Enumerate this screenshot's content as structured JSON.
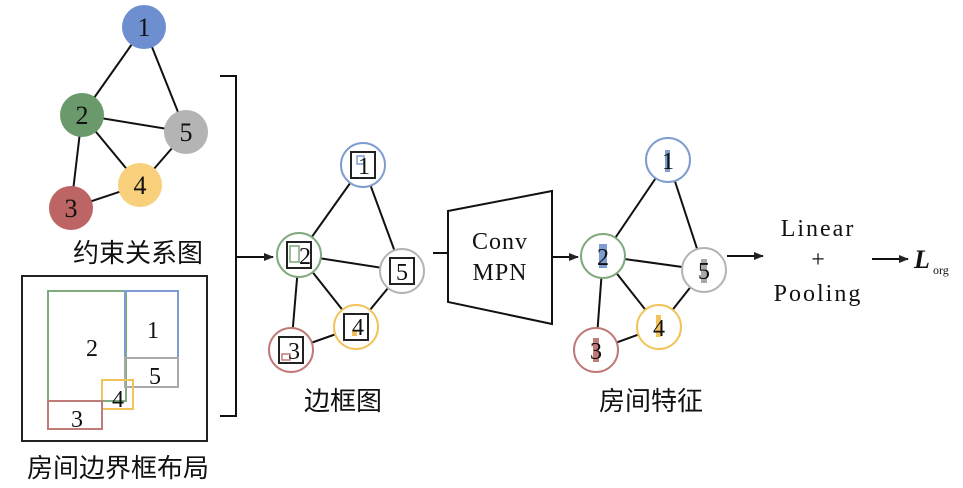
{
  "constraint_graph": {
    "label": "约束关系图",
    "nodes": [
      {
        "id": "1",
        "color": "#6d8fd0"
      },
      {
        "id": "2",
        "color": "#6a9a6c"
      },
      {
        "id": "3",
        "color": "#bd6465"
      },
      {
        "id": "4",
        "color": "#f8cf7a"
      },
      {
        "id": "5",
        "color": "#b4b4b4"
      }
    ],
    "edges": [
      [
        "1",
        "2"
      ],
      [
        "1",
        "5"
      ],
      [
        "2",
        "3"
      ],
      [
        "2",
        "4"
      ],
      [
        "2",
        "5"
      ],
      [
        "4",
        "5"
      ]
    ]
  },
  "layout_panel": {
    "label": "房间边界框布局",
    "rooms": [
      {
        "id": "2",
        "color": "#7fa97f"
      },
      {
        "id": "1",
        "color": "#7e9ccf"
      },
      {
        "id": "5",
        "color": "#a9a9a9"
      },
      {
        "id": "4",
        "color": "#f2c35a"
      },
      {
        "id": "3",
        "color": "#c07a77"
      }
    ]
  },
  "bbox_graph": {
    "label": "边框图"
  },
  "conv_block": {
    "line1": "Conv",
    "line2": "MPN"
  },
  "feature_graph": {
    "label": "房间特征"
  },
  "linear_pooling": {
    "line1": "Linear",
    "line2": "+",
    "line3": "Pooling"
  },
  "loss": {
    "symbol": "L",
    "subscript": "org"
  }
}
